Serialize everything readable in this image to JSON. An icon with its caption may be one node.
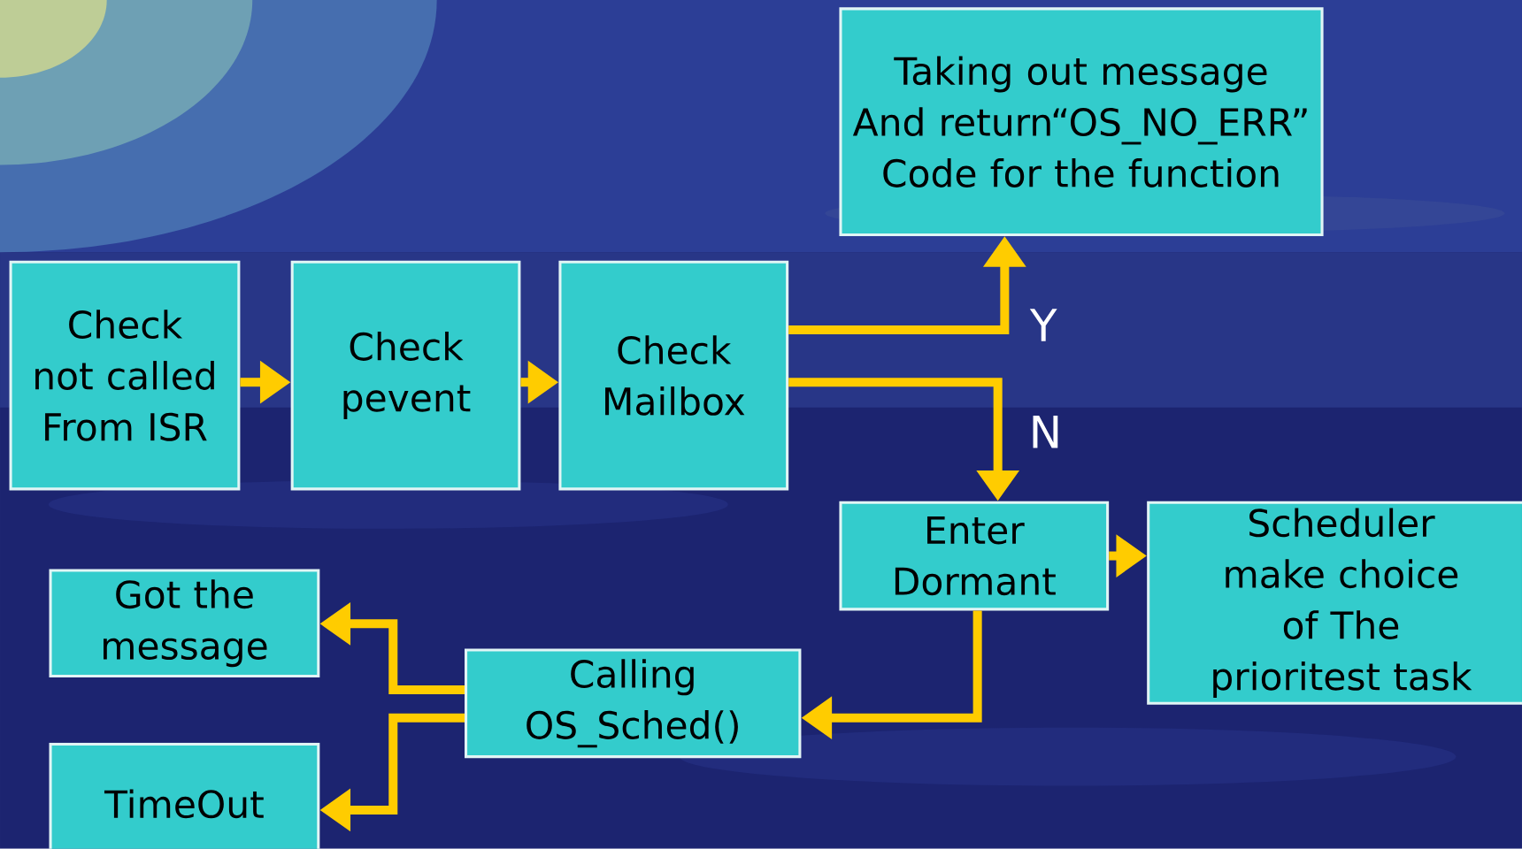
{
  "diagram": {
    "nodes": [
      {
        "text": [
          "Taking out message And return“OS_NO_ERR” Code for the function"
        ]
      },
      {
        "text": [
          "Check not called From ISR"
        ]
      },
      {
        "text": [
          "Check pevent"
        ]
      },
      {
        "text": [
          "Check Mailbox"
        ]
      },
      {
        "text": [
          "Enter Dormant"
        ]
      },
      {
        "text": [
          "Scheduler make choice of The prioritest task"
        ]
      },
      {
        "text": [
          "Calling OS_Sched()"
        ]
      },
      {
        "text": [
          "Got the message"
        ]
      },
      {
        "text": [
          "TimeOut"
        ]
      }
    ],
    "edges": [
      {
        "from": 1,
        "to": 2,
        "arrow": "to"
      },
      {
        "from": 2,
        "to": 3,
        "arrow": "to"
      },
      {
        "from": 3,
        "to": 0,
        "arrow": "to",
        "label": "Y"
      },
      {
        "from": 3,
        "to": 4,
        "arrow": "to",
        "label": "N"
      },
      {
        "from": 4,
        "to": 5,
        "arrow": "to"
      },
      {
        "from": 4,
        "to": 6,
        "arrow": "to"
      },
      {
        "from": 6,
        "to": 7,
        "arrow": "to"
      },
      {
        "from": 6,
        "to": 8,
        "arrow": "to"
      }
    ]
  }
}
